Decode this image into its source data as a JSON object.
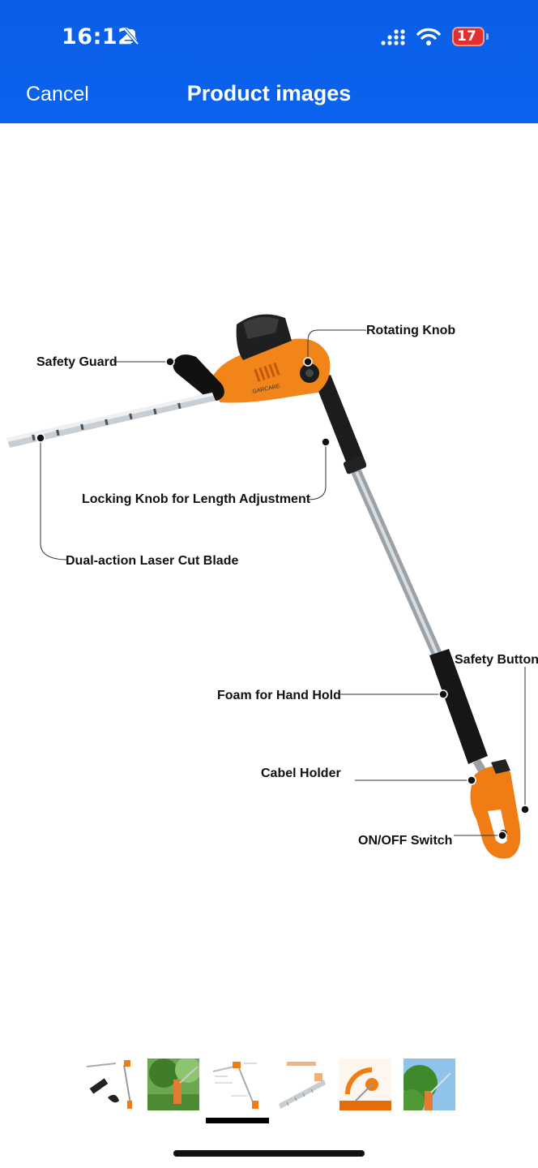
{
  "status_bar": {
    "time": "16:12",
    "battery": "17"
  },
  "nav": {
    "cancel_label": "Cancel",
    "title": "Product images"
  },
  "callouts": {
    "safety_guard": "Safety Guard",
    "rotating_knob": "Rotating Knob",
    "locking_knob": "Locking Knob for Length Adjustment",
    "blade": "Dual-action Laser Cut Blade",
    "safety_button": "Safety Button",
    "foam": "Foam for Hand Hold",
    "cable_holder": "Cabel Holder",
    "switch": "ON/OFF Switch"
  },
  "brand_on_tool": "GARCARE",
  "thumbnails": [
    {
      "name": "thumb-product-parts"
    },
    {
      "name": "thumb-garden-use"
    },
    {
      "name": "thumb-feature-callouts"
    },
    {
      "name": "thumb-blade-detail"
    },
    {
      "name": "thumb-rotating-angle"
    },
    {
      "name": "thumb-tree-trimming"
    }
  ],
  "selected_thumbnail_index": 2
}
